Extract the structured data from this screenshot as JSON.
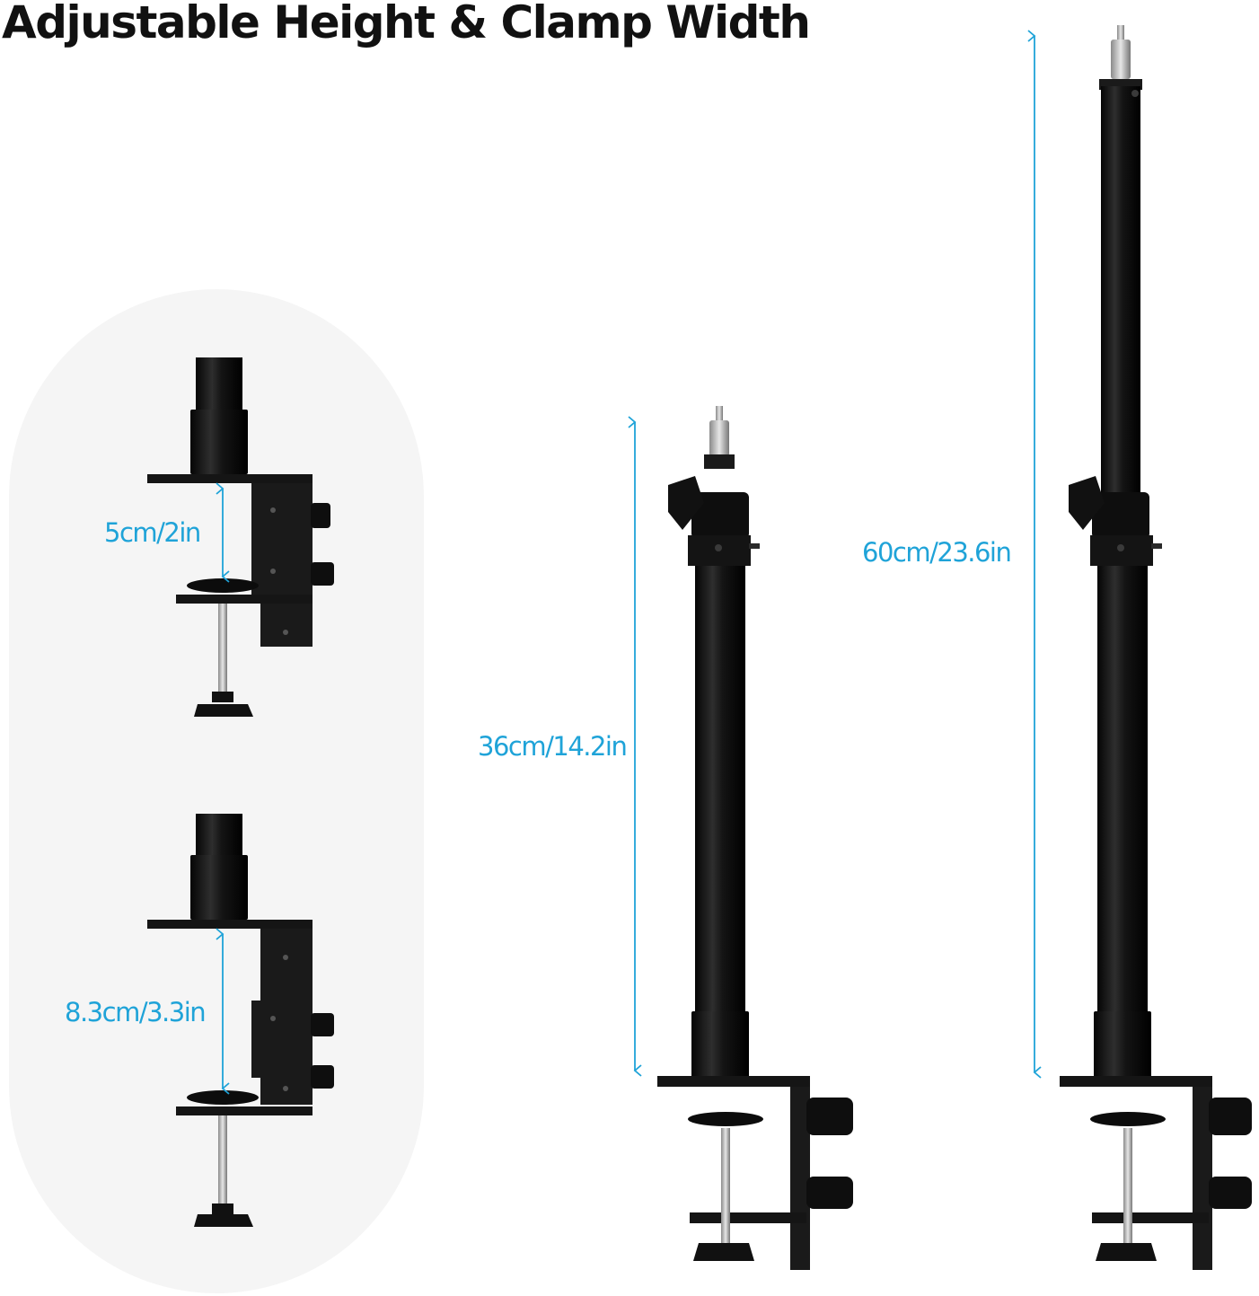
{
  "headline": "Adjustable Height & Clamp Width",
  "clamp_widths": {
    "min_label": "5cm/2in",
    "max_label": "8.3cm/3.3in"
  },
  "heights": {
    "min_label": "36cm/14.2in",
    "max_label": "60cm/23.6in"
  },
  "colors": {
    "dimension_accent": "#1fa3d8",
    "panel_background": "#f5f5f5",
    "product_black": "#111111"
  }
}
